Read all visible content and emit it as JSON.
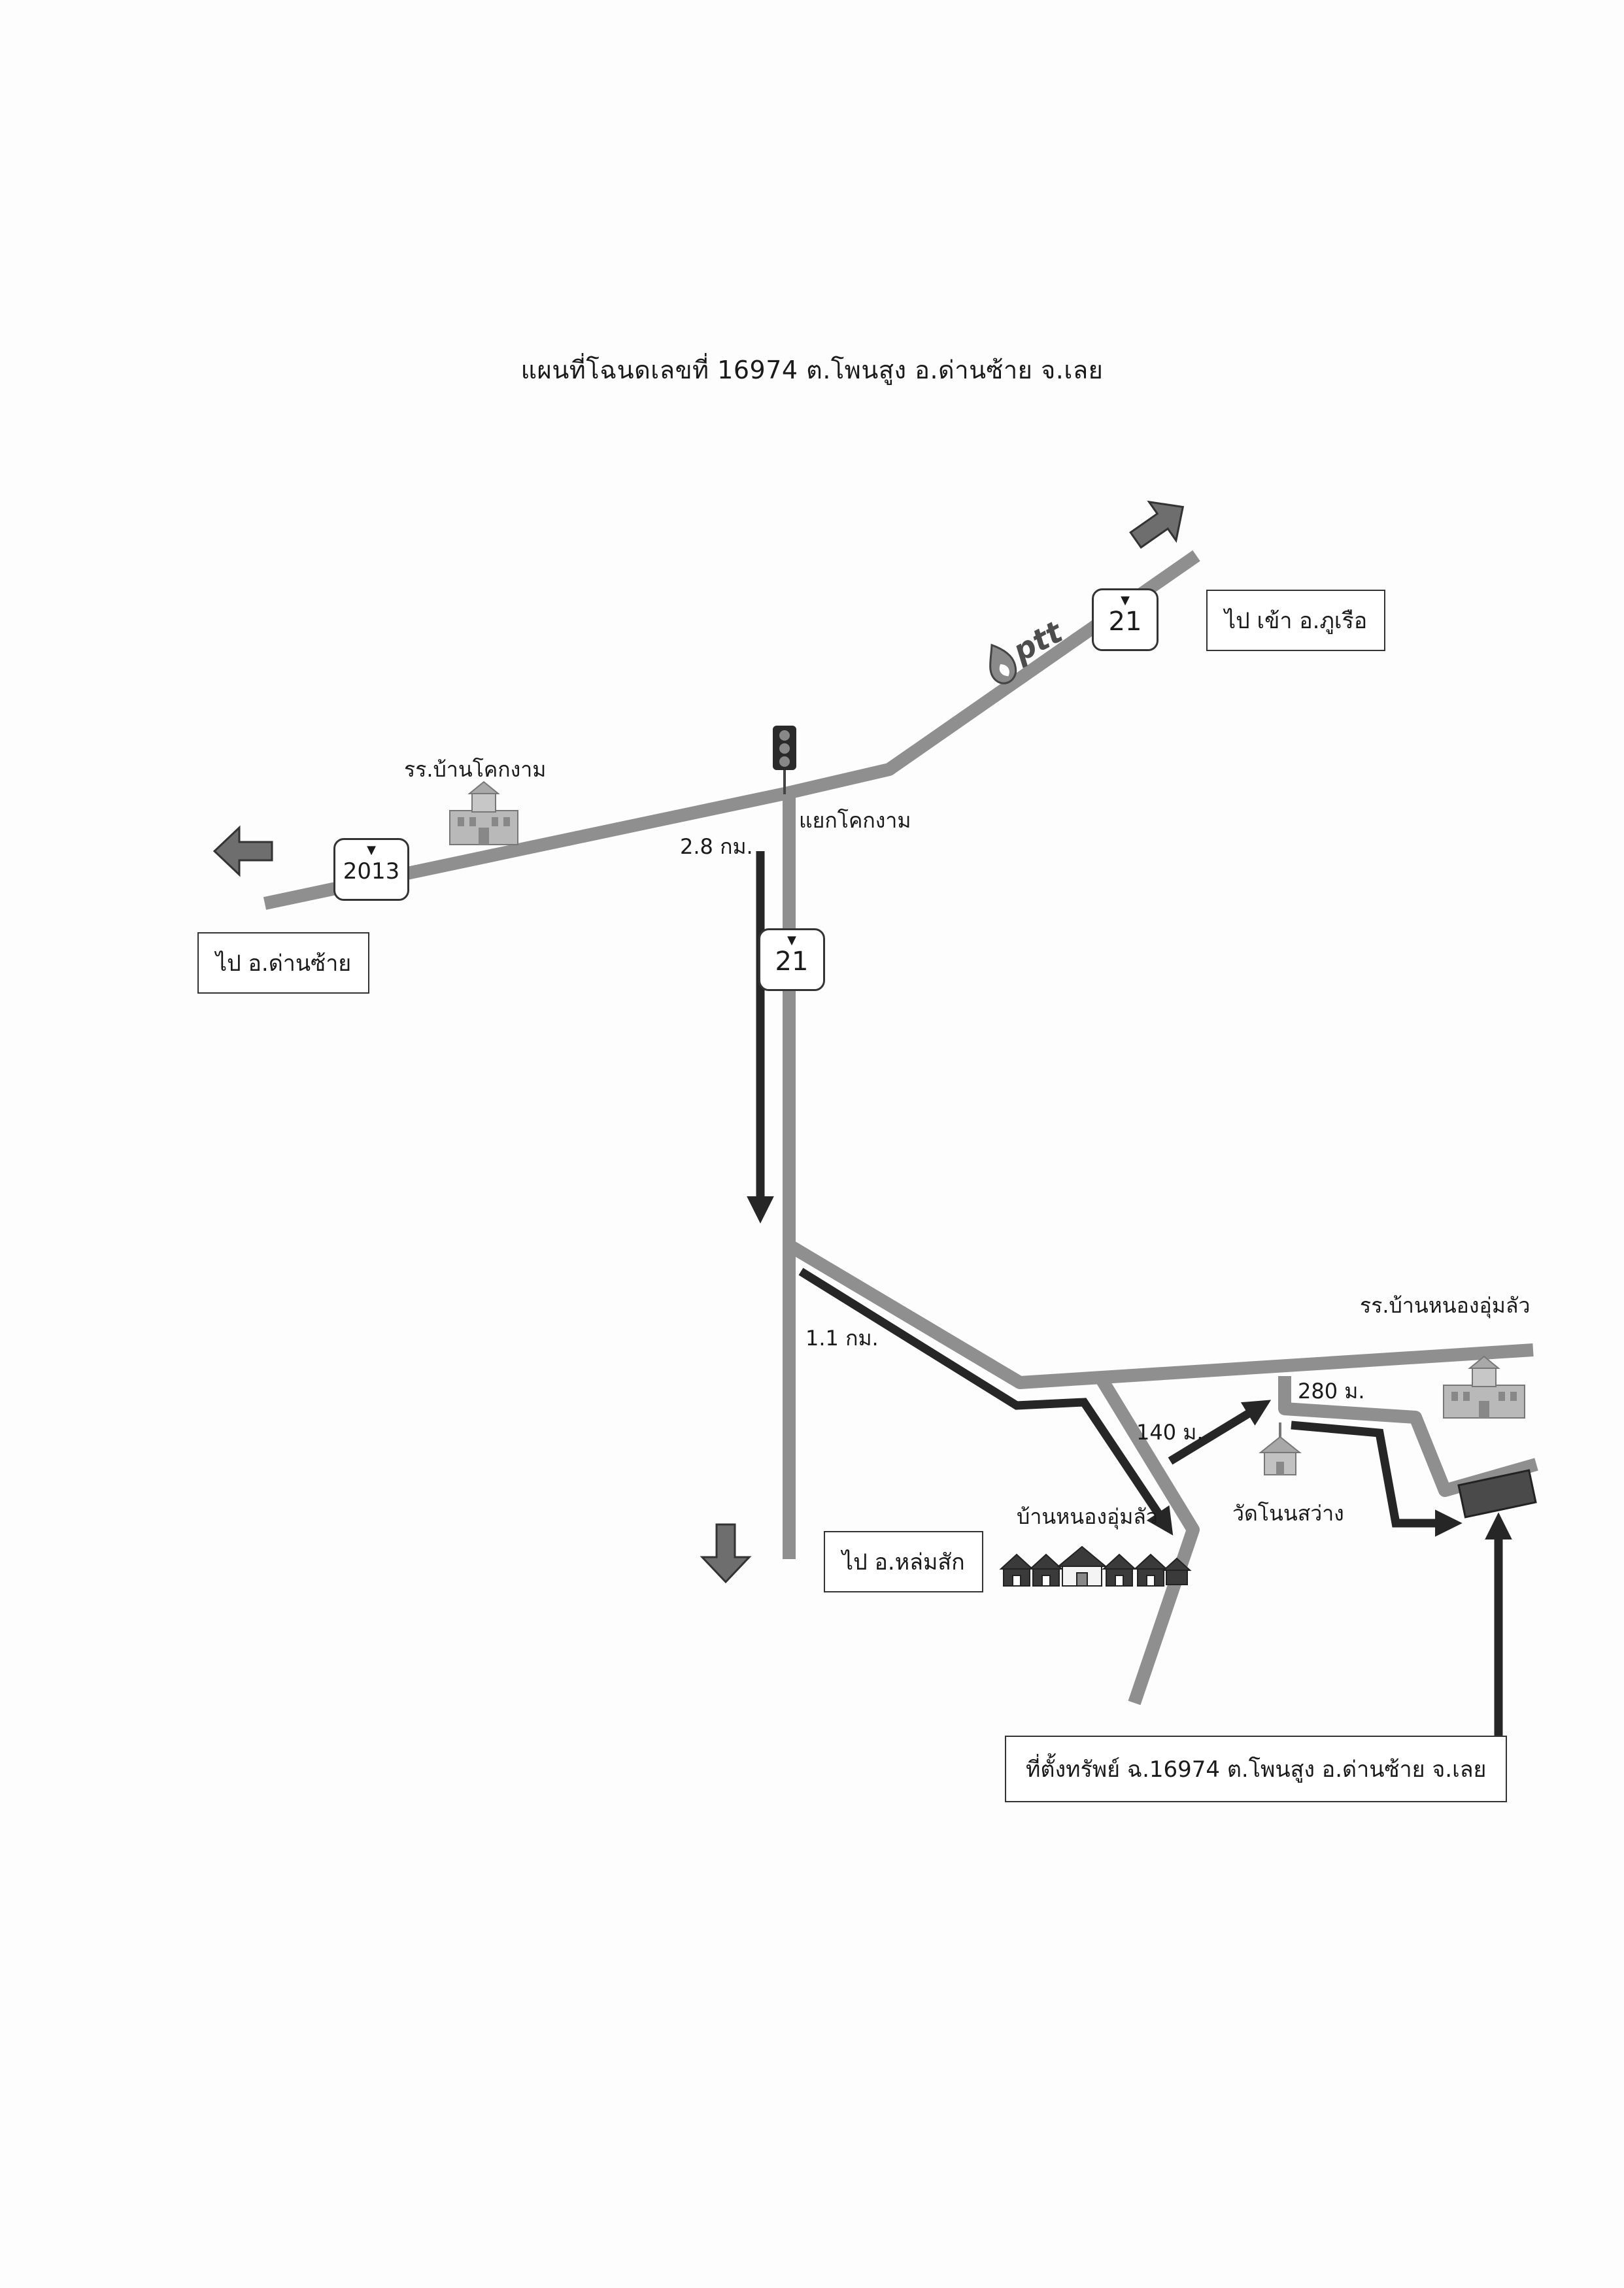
{
  "map_title": "แผนที่โฉนดเลขที่ 16974 ต.โพนสูง อ.ด่านซ้าย จ.เลย",
  "destinations": {
    "to_phu_ruea": "ไป เข้า อ.ภูเรือ",
    "to_dan_sai": "ไป อ.ด่านซ้าย",
    "to_lom_sak": "ไป อ.หล่มสัก"
  },
  "route_shields": {
    "north_highway": "21",
    "west_highway": "2013",
    "south_highway": "21"
  },
  "brand_label": "ptt",
  "places": {
    "school_khok_ngam": "รร.บ้านโคกงาม",
    "junction_khok_ngam": "แยกโคกงาม",
    "school_nong_um_lua": "รร.บ้านหนองอุ่มลัว",
    "village_nong_um_lua": "บ้านหนองอุ่มลัว",
    "temple_non_sawang": "วัดโนนสว่าง"
  },
  "distances": {
    "leg_1": "2.8 กม.",
    "leg_2": "1.1 กม.",
    "leg_3": "140 ม.",
    "leg_4": "280 ม."
  },
  "property_label": "ที่ตั้งทรัพย์ ฉ.16974 ต.โพนสูง อ.ด่านซ้าย จ.เลย",
  "colors": {
    "road": "#8f8f8f",
    "route_arrow": "#262626",
    "direction_arrow": "#6e6e6e",
    "building": "#b9b9b9"
  }
}
